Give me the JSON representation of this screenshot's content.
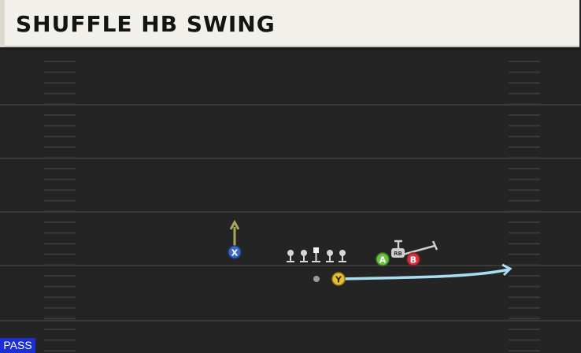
{
  "play": {
    "name": "SHUFFLE HB SWING",
    "type_badge": "PASS"
  },
  "players": {
    "x_label": "X",
    "y_label": "Y",
    "a_label": "A",
    "b_label": "B",
    "rb_label": "RB"
  },
  "colors": {
    "field": "#242424",
    "yard_line": "#3a3a3a",
    "x_button": "#3b67c7",
    "y_button": "#e7c02e",
    "a_button": "#6cc043",
    "b_button": "#d6343f",
    "x_route": "#a8a65a",
    "y_route": "#a7dff0",
    "blocking": "#cfcfcf",
    "badge": "#1c2fd6"
  },
  "icons": [
    "route-arrow-icon",
    "lineman-icon",
    "center-icon",
    "football-icon"
  ]
}
